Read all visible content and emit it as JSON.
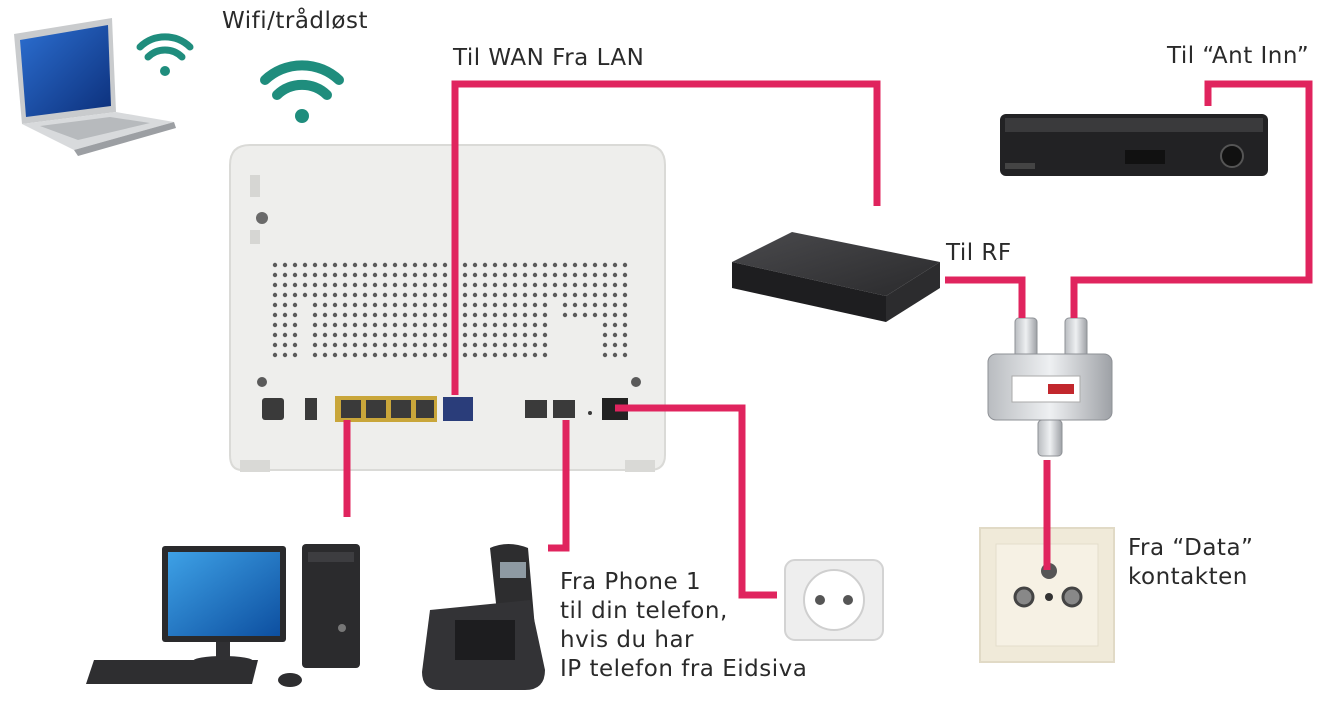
{
  "labels": {
    "wifi": "Wifi/trådløst",
    "wan_lan": "Til WAN Fra LAN",
    "ant_inn": "Til “Ant Inn”",
    "rf": "Til RF",
    "data_lines": [
      "Fra “Data”",
      "kontakten"
    ],
    "phone_lines": [
      "Fra Phone 1",
      "til din telefon,",
      "hvis du har",
      "IP telefon fra Eidsiva"
    ]
  },
  "colors": {
    "cable": "#e0245e",
    "wifi": "#1f8d7d",
    "router_body": "#eeeeec",
    "device_dark": "#2b2b2d"
  },
  "icons": [
    "laptop-icon",
    "wifi-icon",
    "router-icon",
    "decoder-box-icon",
    "tv-receiver-icon",
    "splitter-icon",
    "wall-socket-icon",
    "power-outlet-icon",
    "desktop-computer-icon",
    "cordless-phone-icon"
  ]
}
